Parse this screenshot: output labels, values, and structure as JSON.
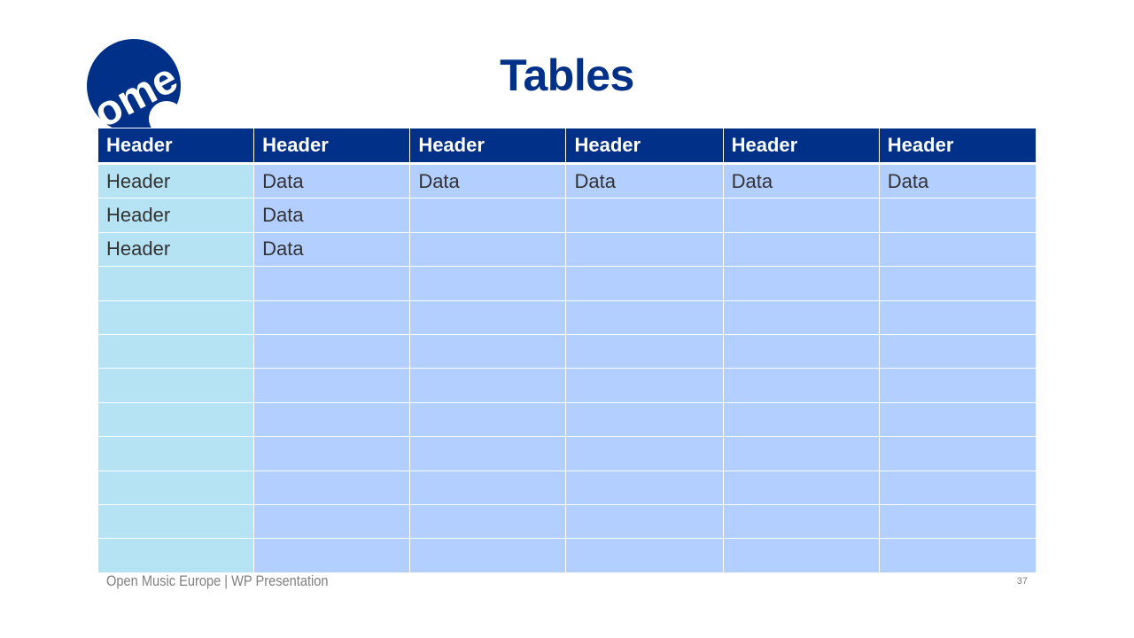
{
  "slide": {
    "title": "Tables",
    "footer": "Open Music Europe | WP Presentation",
    "page_number": "37"
  },
  "logo": {
    "text": "ome",
    "color": "#003087"
  },
  "table": {
    "header_color": "#003087",
    "row_header_color": "#B6E3F4",
    "cell_color": "#B3CFFF",
    "columns": [
      "Header",
      "Header",
      "Header",
      "Header",
      "Header",
      "Header"
    ],
    "rows": [
      [
        "Header",
        "Data",
        "Data",
        "Data",
        "Data",
        "Data"
      ],
      [
        "Header",
        "Data",
        "",
        "",
        "",
        ""
      ],
      [
        "Header",
        "Data",
        "",
        "",
        "",
        ""
      ],
      [
        "",
        "",
        "",
        "",
        "",
        ""
      ],
      [
        "",
        "",
        "",
        "",
        "",
        ""
      ],
      [
        "",
        "",
        "",
        "",
        "",
        ""
      ],
      [
        "",
        "",
        "",
        "",
        "",
        ""
      ],
      [
        "",
        "",
        "",
        "",
        "",
        ""
      ],
      [
        "",
        "",
        "",
        "",
        "",
        ""
      ],
      [
        "",
        "",
        "",
        "",
        "",
        ""
      ],
      [
        "",
        "",
        "",
        "",
        "",
        ""
      ],
      [
        "",
        "",
        "",
        "",
        "",
        ""
      ]
    ]
  }
}
